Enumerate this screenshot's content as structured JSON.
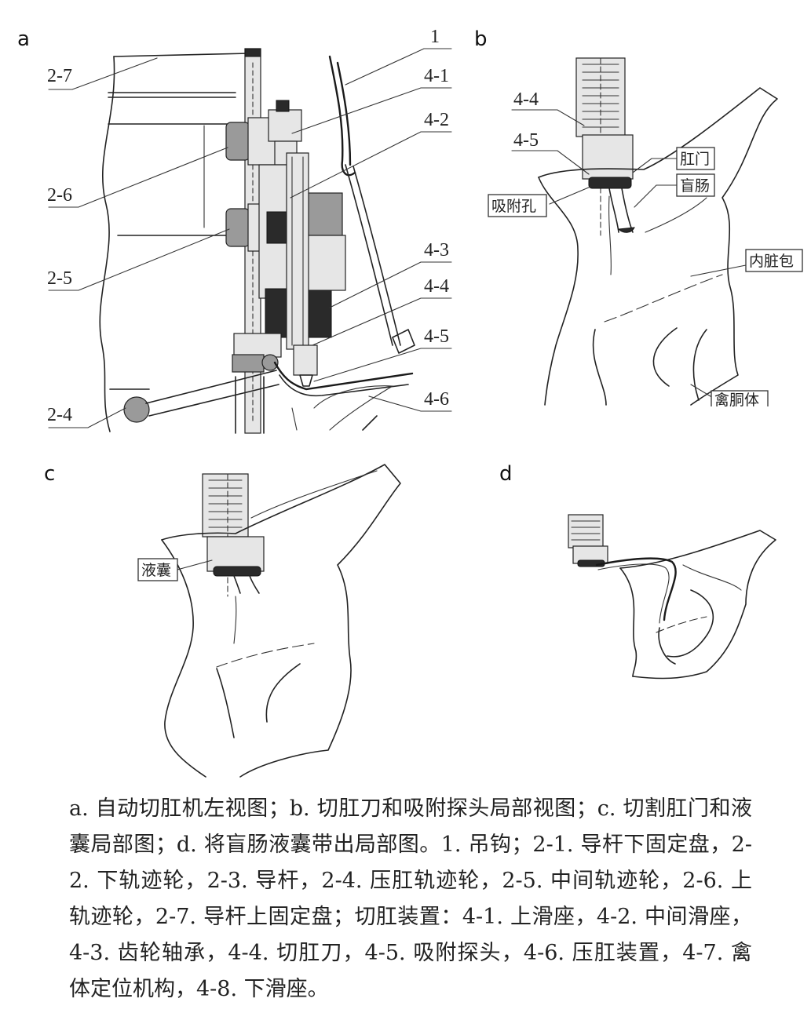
{
  "panels": {
    "a": {
      "letter": "a",
      "callouts": [
        "2-7",
        "2-6",
        "2-5",
        "2-4",
        "1",
        "4-1",
        "4-2",
        "4-3",
        "4-4",
        "4-5",
        "4-6"
      ]
    },
    "b": {
      "letter": "b",
      "callouts": [
        "4-4",
        "4-5"
      ],
      "tags": [
        "肛门",
        "盲肠",
        "吸附孔",
        "内脏包",
        "禽胴体"
      ]
    },
    "c": {
      "letter": "c",
      "tags": [
        "液囊"
      ]
    },
    "d": {
      "letter": "d"
    }
  },
  "caption": "a. 自动切肛机左视图；b. 切肛刀和吸附探头局部视图；c. 切割肛门和液囊局部图；d. 将盲肠液囊带出局部图。1. 吊钩；2-1. 导杆下固定盘，2-2. 下轨迹轮，2-3. 导杆，2-4. 压肛轨迹轮，2-5. 中间轨迹轮，2-6. 上轨迹轮，2-7. 导杆上固定盘；切肛装置：4-1. 上滑座，4-2. 中间滑座，4-3. 齿轮轴承，4-4. 切肛刀，4-5. 吸附探头，4-6. 压肛装置，4-7. 禽体定位机构，4-8. 下滑座。"
}
